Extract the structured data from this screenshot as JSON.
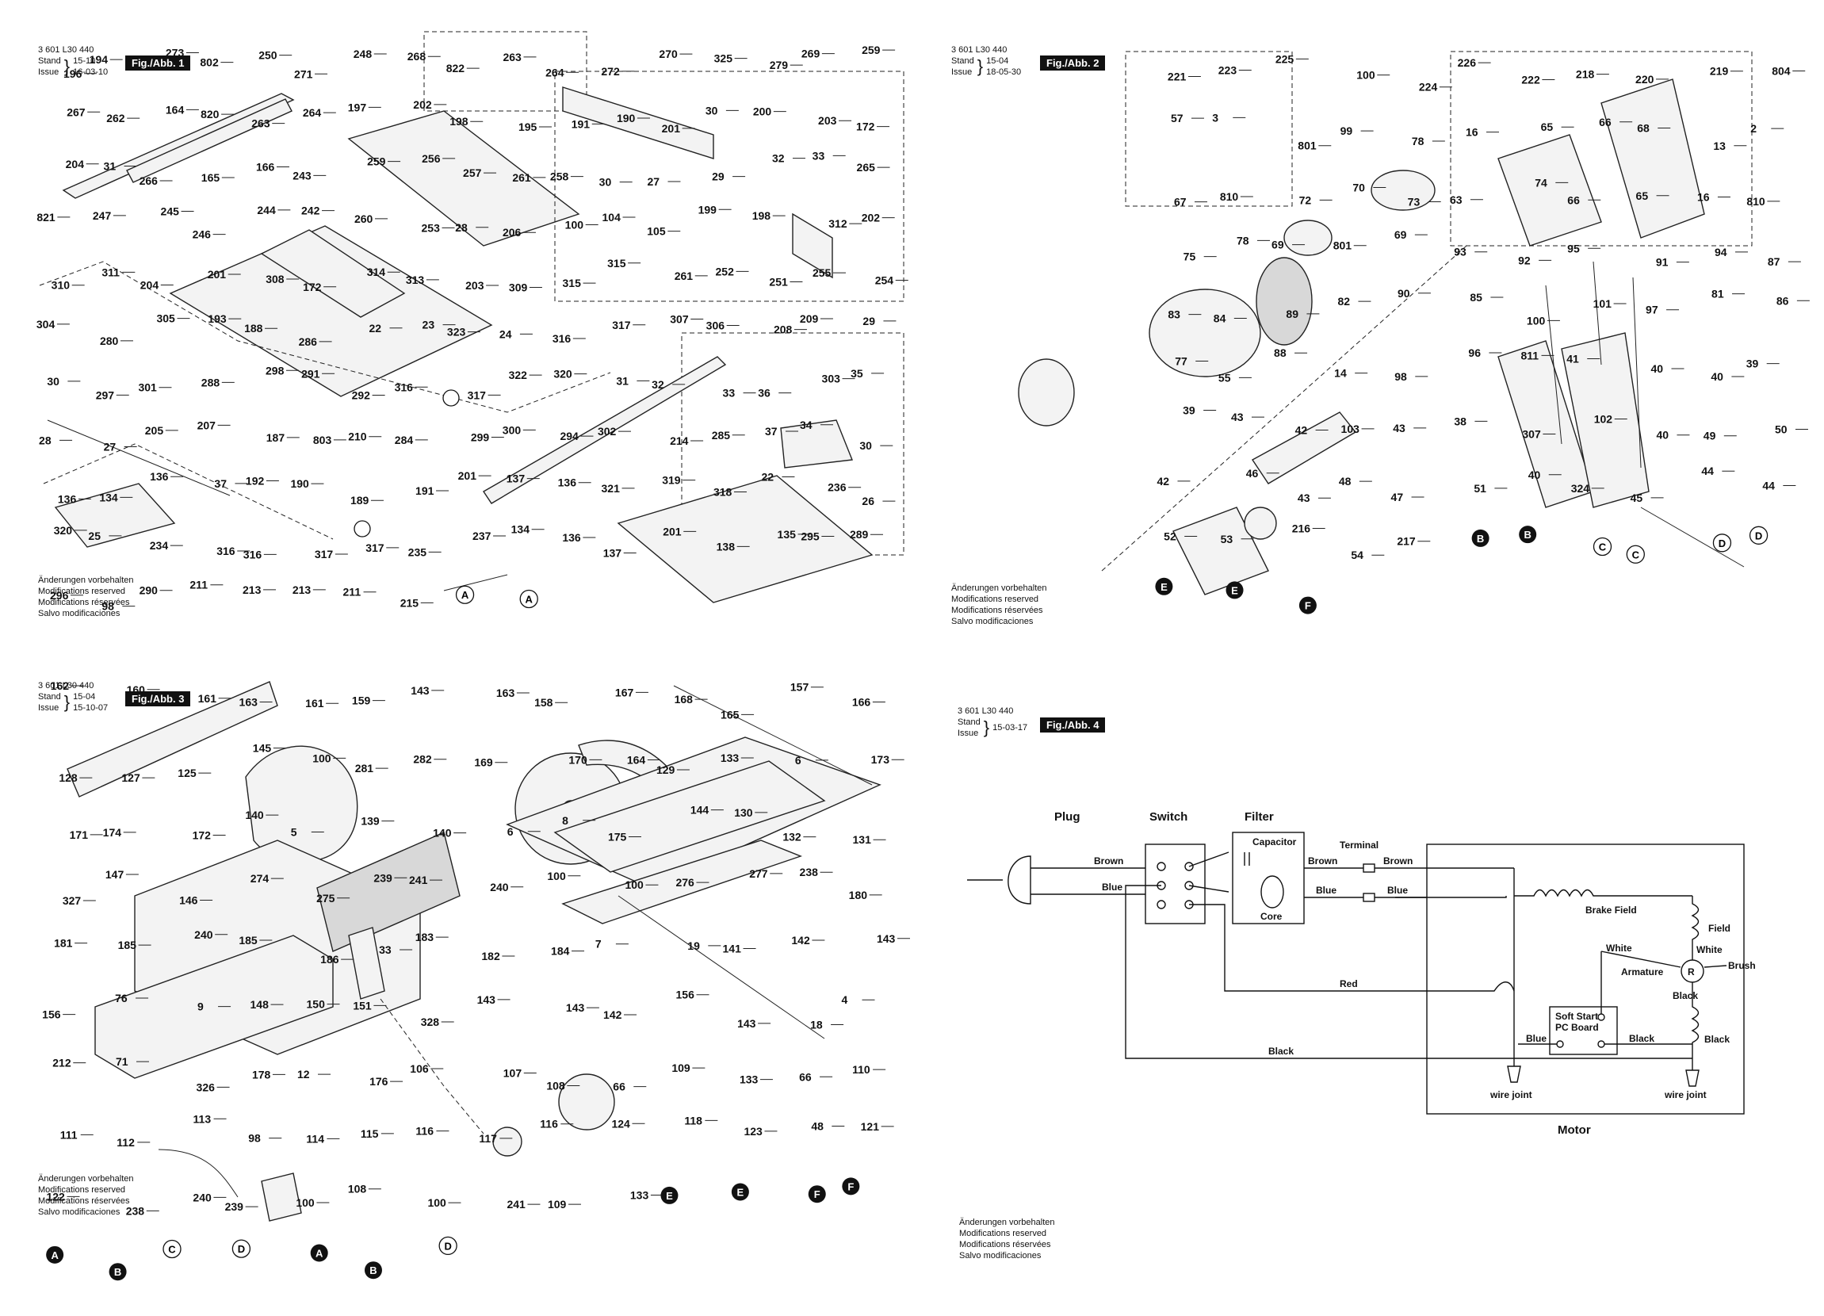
{
  "figures": [
    {
      "doc_number": "3 601 L30 440",
      "stand_label": "Stand",
      "issue_label": "Issue",
      "stand_value": "15-10",
      "issue_value": "16-03-10",
      "tag": "Fig./Abb. 1"
    },
    {
      "doc_number": "3 601 L30 440",
      "stand_label": "Stand",
      "issue_label": "Issue",
      "stand_value": "15-04",
      "issue_value": "18-05-30",
      "tag": "Fig./Abb. 2"
    },
    {
      "doc_number": "3 601 L30 440",
      "stand_label": "Stand",
      "issue_label": "Issue",
      "stand_value": "15-04",
      "issue_value": "15-10-07",
      "tag": "Fig./Abb. 3"
    },
    {
      "doc_number": "3 601 L30 440",
      "stand_label": "Stand",
      "issue_label": "Issue",
      "stand_value": "",
      "issue_value": "15-03-17",
      "tag": "Fig./Abb. 4"
    }
  ],
  "notes": [
    "Änderungen vorbehalten",
    "Modifications reserved",
    "Modifications réservées",
    "Salvo modificaciones"
  ],
  "fig1_labels": [
    "196",
    "194",
    "273",
    "802",
    "250",
    "271",
    "248",
    "268",
    "822",
    "263",
    "264",
    "272",
    "270",
    "325",
    "279",
    "269",
    "259",
    "267",
    "262",
    "164",
    "820",
    "263",
    "264",
    "197",
    "202",
    "198",
    "195",
    "191",
    "190",
    "201",
    "30",
    "200",
    "203",
    "172",
    "204",
    "31",
    "266",
    "165",
    "166",
    "243",
    "259",
    "256",
    "257",
    "261",
    "258",
    "30",
    "27",
    "29",
    "32",
    "33",
    "265",
    "821",
    "247",
    "245",
    "246",
    "244",
    "242",
    "260",
    "253",
    "28",
    "206",
    "100",
    "104",
    "105",
    "199",
    "198",
    "312",
    "202",
    "310",
    "311",
    "204",
    "201",
    "308",
    "172",
    "314",
    "313",
    "203",
    "309",
    "315",
    "315",
    "261",
    "252",
    "251",
    "255",
    "254",
    "304",
    "280",
    "305",
    "193",
    "188",
    "286",
    "22",
    "23",
    "323",
    "24",
    "316",
    "317",
    "307",
    "306",
    "208",
    "209",
    "29",
    "30",
    "297",
    "301",
    "288",
    "298",
    "291",
    "292",
    "316",
    "317",
    "322",
    "320",
    "31",
    "32",
    "33",
    "36",
    "303",
    "35",
    "28",
    "27",
    "205",
    "207",
    "187",
    "803",
    "210",
    "284",
    "299",
    "300",
    "294",
    "302",
    "214",
    "285",
    "37",
    "34",
    "30",
    "136",
    "134",
    "136",
    "37",
    "192",
    "190",
    "189",
    "191",
    "201",
    "137",
    "136",
    "321",
    "319",
    "318",
    "22",
    "236",
    "26",
    "320",
    "25",
    "234",
    "316",
    "316",
    "317",
    "317",
    "235",
    "237",
    "134",
    "136",
    "137",
    "201",
    "138",
    "135",
    "295",
    "289",
    "296",
    "98",
    "290",
    "211",
    "213",
    "213",
    "211",
    "215",
    "A",
    "A"
  ],
  "fig2_labels": [
    "221",
    "223",
    "225",
    "100",
    "224",
    "226",
    "222",
    "218",
    "220",
    "219",
    "804",
    "57",
    "3",
    "801",
    "99",
    "78",
    "16",
    "65",
    "66",
    "68",
    "13",
    "2",
    "67",
    "810",
    "72",
    "70",
    "73",
    "63",
    "74",
    "66",
    "65",
    "16",
    "810",
    "75",
    "78",
    "69",
    "801",
    "69",
    "93",
    "92",
    "95",
    "91",
    "94",
    "87",
    "83",
    "84",
    "89",
    "82",
    "90",
    "85",
    "100",
    "101",
    "97",
    "81",
    "86",
    "77",
    "55",
    "88",
    "14",
    "98",
    "96",
    "811",
    "41",
    "40",
    "40",
    "39",
    "39",
    "43",
    "42",
    "103",
    "43",
    "38",
    "307",
    "102",
    "40",
    "49",
    "50",
    "42",
    "46",
    "43",
    "48",
    "47",
    "51",
    "40",
    "324",
    "45",
    "44",
    "44",
    "52",
    "53",
    "216",
    "54",
    "217",
    "B",
    "B",
    "C",
    "C",
    "D",
    "D",
    "E",
    "E",
    "F"
  ],
  "fig3_labels": [
    "162",
    "160",
    "161",
    "163",
    "161",
    "159",
    "143",
    "163",
    "158",
    "167",
    "168",
    "165",
    "157",
    "166",
    "128",
    "127",
    "125",
    "145",
    "100",
    "281",
    "282",
    "169",
    "170",
    "164",
    "129",
    "133",
    "6",
    "173",
    "171",
    "174",
    "172",
    "140",
    "5",
    "139",
    "140",
    "6",
    "8",
    "175",
    "144",
    "130",
    "132",
    "131",
    "327",
    "147",
    "146",
    "274",
    "275",
    "239",
    "241",
    "240",
    "100",
    "100",
    "276",
    "277",
    "238",
    "180",
    "181",
    "185",
    "240",
    "185",
    "186",
    "33",
    "183",
    "182",
    "184",
    "7",
    "19",
    "141",
    "142",
    "143",
    "156",
    "76",
    "9",
    "148",
    "150",
    "151",
    "328",
    "143",
    "143",
    "142",
    "156",
    "143",
    "18",
    "4",
    "212",
    "71",
    "326",
    "178",
    "12",
    "176",
    "106",
    "107",
    "108",
    "66",
    "109",
    "133",
    "66",
    "110",
    "111",
    "112",
    "113",
    "98",
    "114",
    "115",
    "116",
    "117",
    "116",
    "124",
    "118",
    "123",
    "48",
    "121",
    "122",
    "238",
    "240",
    "239",
    "100",
    "108",
    "100",
    "241",
    "109",
    "133",
    "E",
    "E",
    "F",
    "F",
    "A",
    "B",
    "C",
    "D",
    "A",
    "B",
    "D"
  ],
  "wiring": {
    "plug": "Plug",
    "switch": "Switch",
    "filter": "Filter",
    "capacitor": "Capacitor",
    "core": "Core",
    "terminal": "Terminal",
    "brown1": "Brown",
    "brown2": "Brown",
    "brown3": "Brown",
    "blue1": "Blue",
    "blue2": "Blue",
    "blue3": "Blue",
    "blue4": "Blue",
    "red": "Red",
    "brake_field": "Brake Field",
    "field": "Field",
    "white1": "White",
    "white2": "White",
    "armature": "Armature",
    "armature_symbol": "R",
    "brush": "Brush",
    "black1": "Black",
    "black2": "Black",
    "black3": "Black",
    "black4": "Black",
    "softstart": "Soft Start",
    "pcboard": "PC Board",
    "wirejoint1": "wire joint",
    "wirejoint2": "wire joint",
    "motor": "Motor"
  },
  "colors": {
    "ink": "#111111",
    "paper": "#ffffff",
    "part_fill": "#f3f3f3"
  }
}
